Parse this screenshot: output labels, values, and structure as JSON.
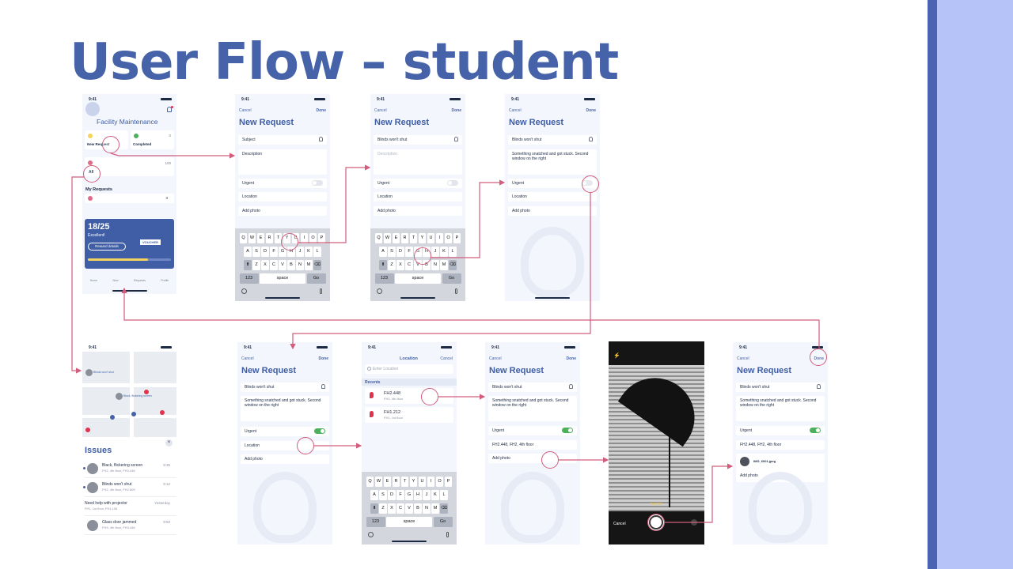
{
  "slide": {
    "title": "User Flow – student"
  },
  "colors": {
    "accent": "#4663a9",
    "flow_arrow": "#d25d7c",
    "toggle_on": "#4cb05c",
    "stripe": "#b6c3f9"
  },
  "status_time": "9:41",
  "home": {
    "title": "Facility Maintenance",
    "new_request": "New Request",
    "completed": "Completed",
    "completed_count": "0",
    "row_count": "100",
    "all": "All",
    "my_requests": "My Requests",
    "my_requests_count": "3",
    "reward_score": "18/25",
    "reward_label": "Excellent!",
    "reward_button": "Reward details",
    "voucher": "VOUCHER",
    "nav": [
      "Home",
      "New",
      "Requests",
      "Profile"
    ]
  },
  "form": {
    "cancel": "Cancel",
    "done": "Done",
    "title": "New Request",
    "subject_placeholder": "Subject",
    "description_placeholder": "Description",
    "urgent": "Urgent",
    "location": "Location",
    "add_photo": "Add photo",
    "subject_value": "Blinds won't shut",
    "description_value": "Something snatched and got stuck. Second window on the right",
    "location_value": "FH2.448, FH2, 4th floor",
    "photo_file": "IMG_6001.jpeg"
  },
  "keyboard": {
    "row1": [
      "Q",
      "W",
      "E",
      "R",
      "T",
      "Y",
      "U",
      "I",
      "O",
      "P"
    ],
    "row2": [
      "A",
      "S",
      "D",
      "F",
      "G",
      "H",
      "J",
      "K",
      "L"
    ],
    "row3": [
      "Z",
      "X",
      "C",
      "V",
      "B",
      "N",
      "M"
    ],
    "numbers": "123",
    "space": "space",
    "go": "Go"
  },
  "location_screen": {
    "title": "Location",
    "cancel": "Cancel",
    "search_placeholder": "Enter Location",
    "recents_label": "Recents",
    "recents": [
      {
        "name": "FH2.448",
        "detail": "FH2, 4th floor"
      },
      {
        "name": "FH1.212",
        "detail": "FH1, 1st floor"
      }
    ]
  },
  "camera": {
    "mode": "PHOTO",
    "cancel": "Cancel"
  },
  "map": {
    "pin_labels": [
      "Blinds won't shut",
      "Black, flickering screen"
    ]
  },
  "issues": {
    "title": "Issues",
    "items": [
      {
        "title": "Black, flickering screen",
        "location": "FH2, 4th floor, FH2.448",
        "time": "9:35"
      },
      {
        "title": "Blinds won't shut",
        "location": "FH2, 4th floor, FH2.609",
        "time": "9:12"
      },
      {
        "title": "Need help with projector",
        "location": "FH1, 1st floor, FH1.106",
        "time": "Yesterday"
      },
      {
        "title": "Glass door jammed",
        "location": "FH3, 4th floor, FH3.448",
        "time": "9:50"
      }
    ]
  }
}
